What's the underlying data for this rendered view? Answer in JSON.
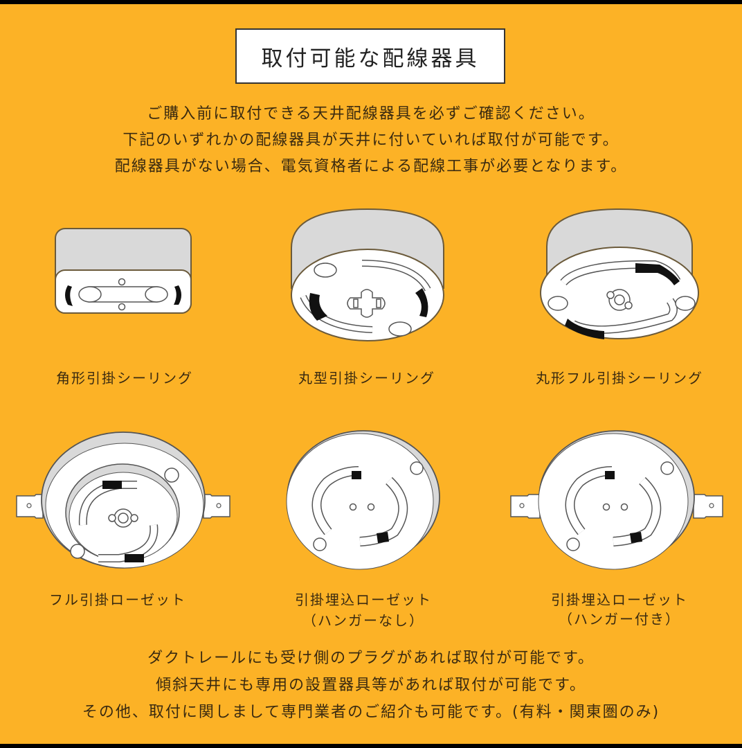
{
  "title": "取付可能な配線器具",
  "intro": {
    "lines": [
      "ご購入前に取付できる天井配線器具を必ずご確認ください。",
      "下記のいずれかの配線器具が天井に付いていれば取付が可能です。",
      "配線器具がない場合、電気資格者による配線工事が必要となります。"
    ]
  },
  "fixtures": [
    {
      "name": "角形引掛シーリング",
      "sub": "",
      "icon": "square-ceiling-hook-icon"
    },
    {
      "name": "丸型引掛シーリング",
      "sub": "",
      "icon": "round-ceiling-hook-icon"
    },
    {
      "name": "丸形フル引掛シーリング",
      "sub": "",
      "icon": "round-full-ceiling-hook-icon"
    },
    {
      "name": "フル引掛ローゼット",
      "sub": "",
      "icon": "full-hook-rosette-icon"
    },
    {
      "name": "引掛埋込ローゼット",
      "sub": "（ハンガーなし）",
      "icon": "embedded-rosette-no-hanger-icon"
    },
    {
      "name": "引掛埋込ローゼット",
      "sub": "（ハンガー付き）",
      "icon": "embedded-rosette-with-hanger-icon"
    }
  ],
  "footer": {
    "lines": [
      "ダクトレールにも受け側のプラグがあれば取付が可能です。",
      "傾斜天井にも専用の設置器具等があれば取付が可能です。",
      "その他、取付に関しまして専門業者のご紹介も可能です。(有料・関東圏のみ)"
    ]
  },
  "colors": {
    "background": "#fcb226",
    "text": "#3a2a10",
    "device_body": "#ffffff",
    "device_side": "#d9d9d9",
    "contact": "#111111"
  }
}
